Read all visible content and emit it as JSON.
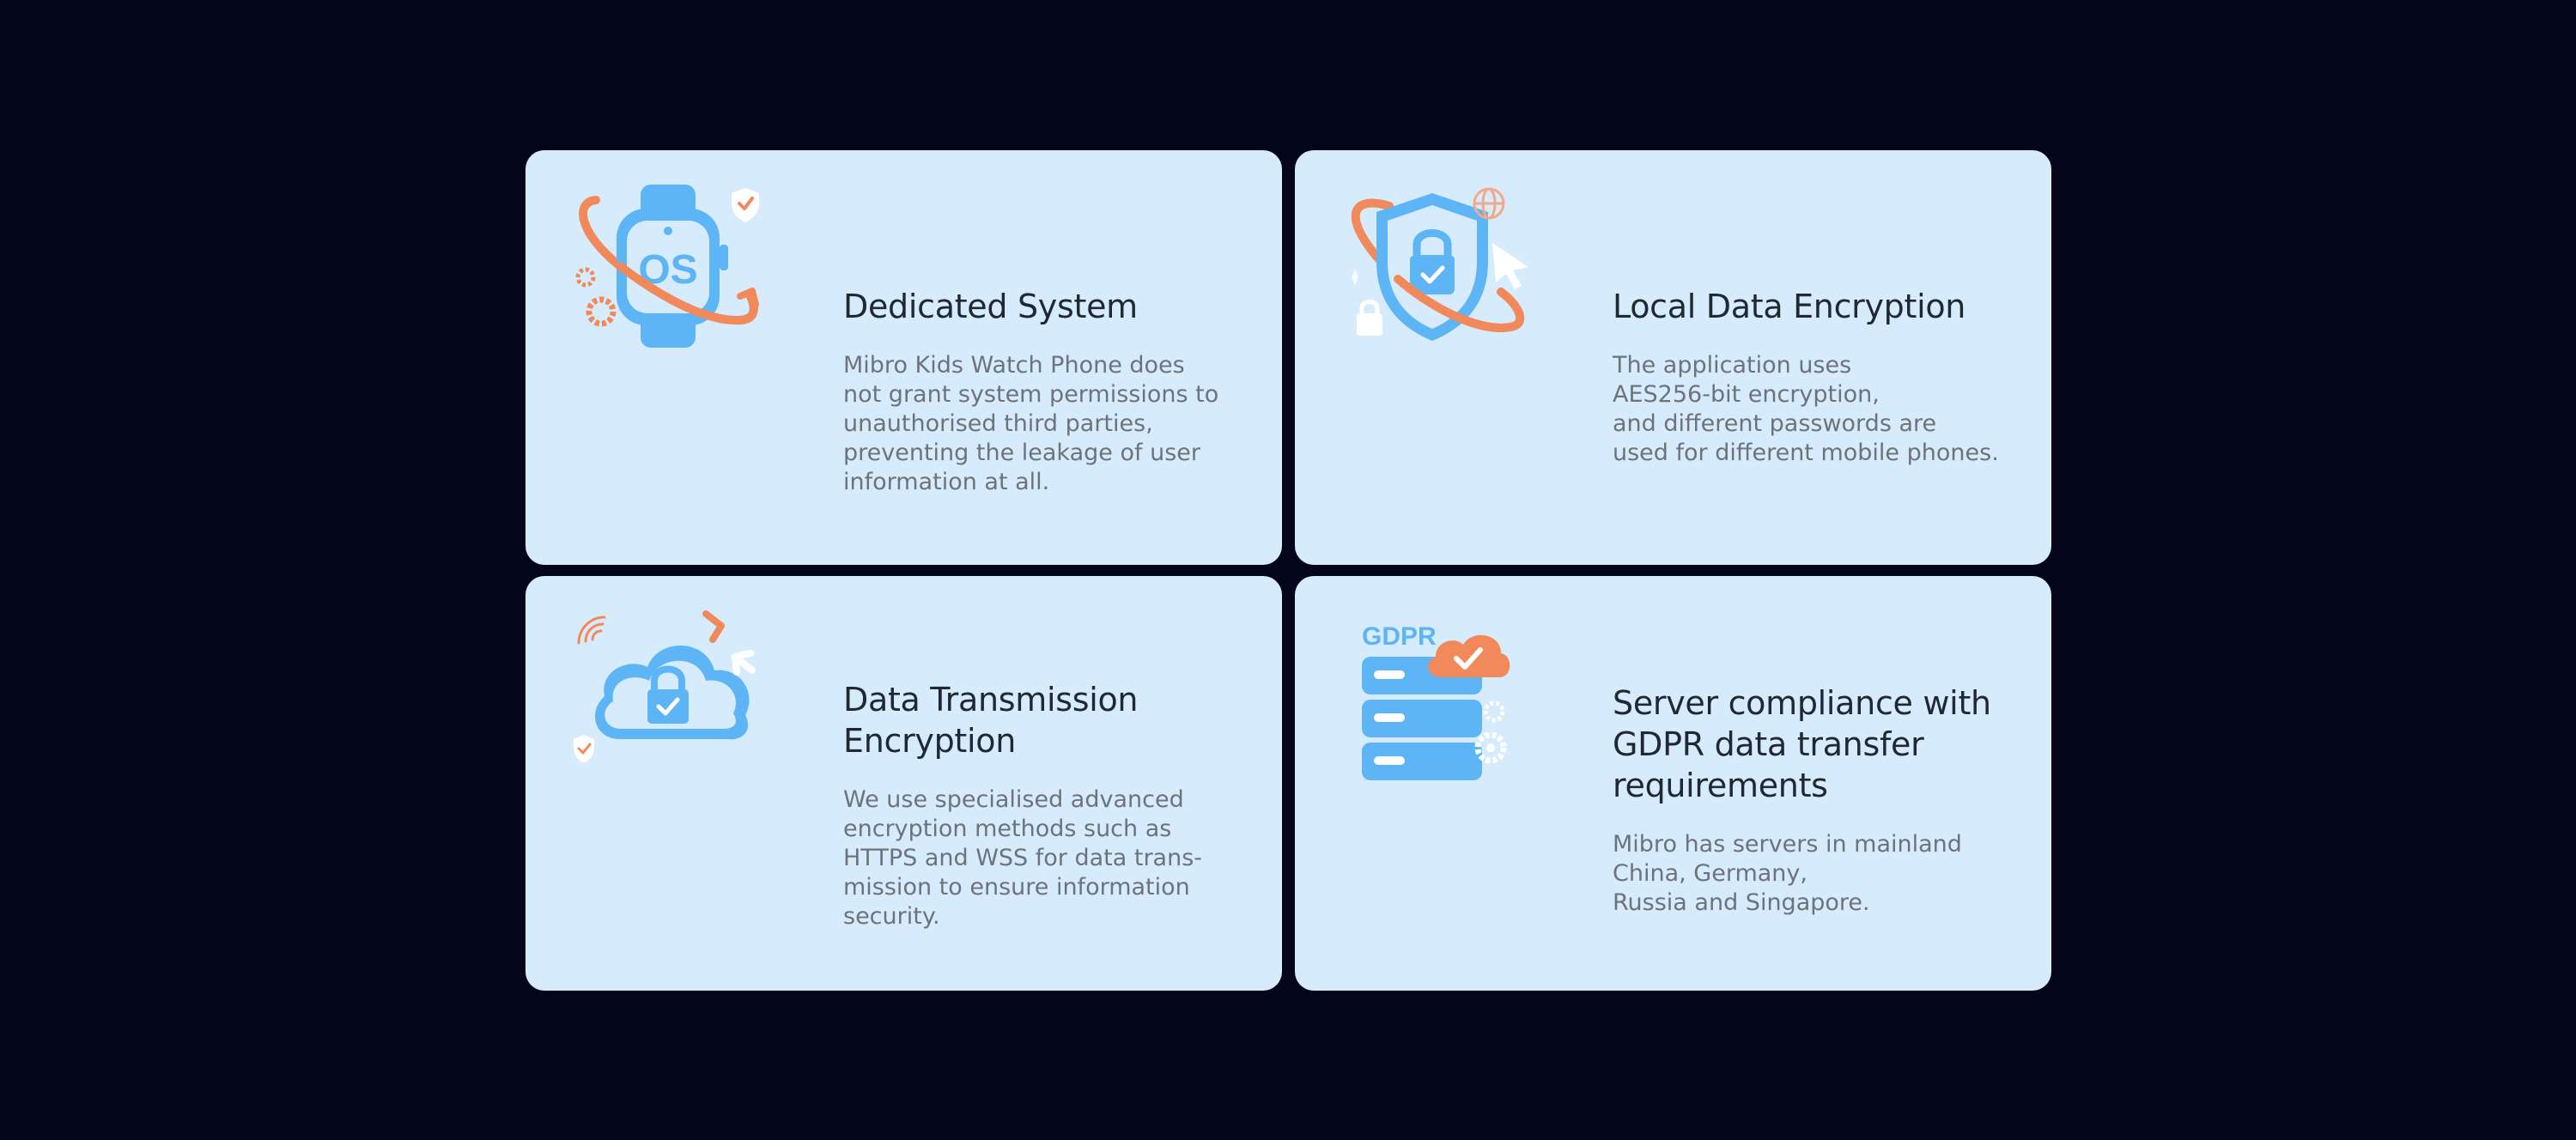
{
  "cards": [
    {
      "title": "Dedicated System",
      "description": "Mibro Kids Watch Phone does\nnot grant system permissions to\nunauthorised third parties,\npreventing the leakage of user\ninformation at all.",
      "icon": "smartwatch-os-icon",
      "icon_text": "OS"
    },
    {
      "title": "Local Data Encryption",
      "description": "The application uses\nAES256-bit encryption,\nand different passwords are\nused for different mobile phones.",
      "icon": "shield-lock-icon"
    },
    {
      "title": "Data Transmission\nEncryption",
      "description": "We use specialised advanced\nencryption methods such as\nHTTPS and WSS for data trans-\nmission to ensure information\nsecurity.",
      "icon": "cloud-lock-icon"
    },
    {
      "title": "Server compliance with\nGDPR data transfer\nrequirements",
      "description": "Mibro has servers in mainland\nChina, Germany,\nRussia and Singapore.",
      "icon": "gdpr-server-icon",
      "icon_text": "GDPR"
    }
  ],
  "colors": {
    "background": "#03061b",
    "card": "#d6ebfc",
    "accent_blue": "#5eb5f5",
    "accent_orange": "#f2895a",
    "title": "#1f2833",
    "text": "#6e737b"
  }
}
